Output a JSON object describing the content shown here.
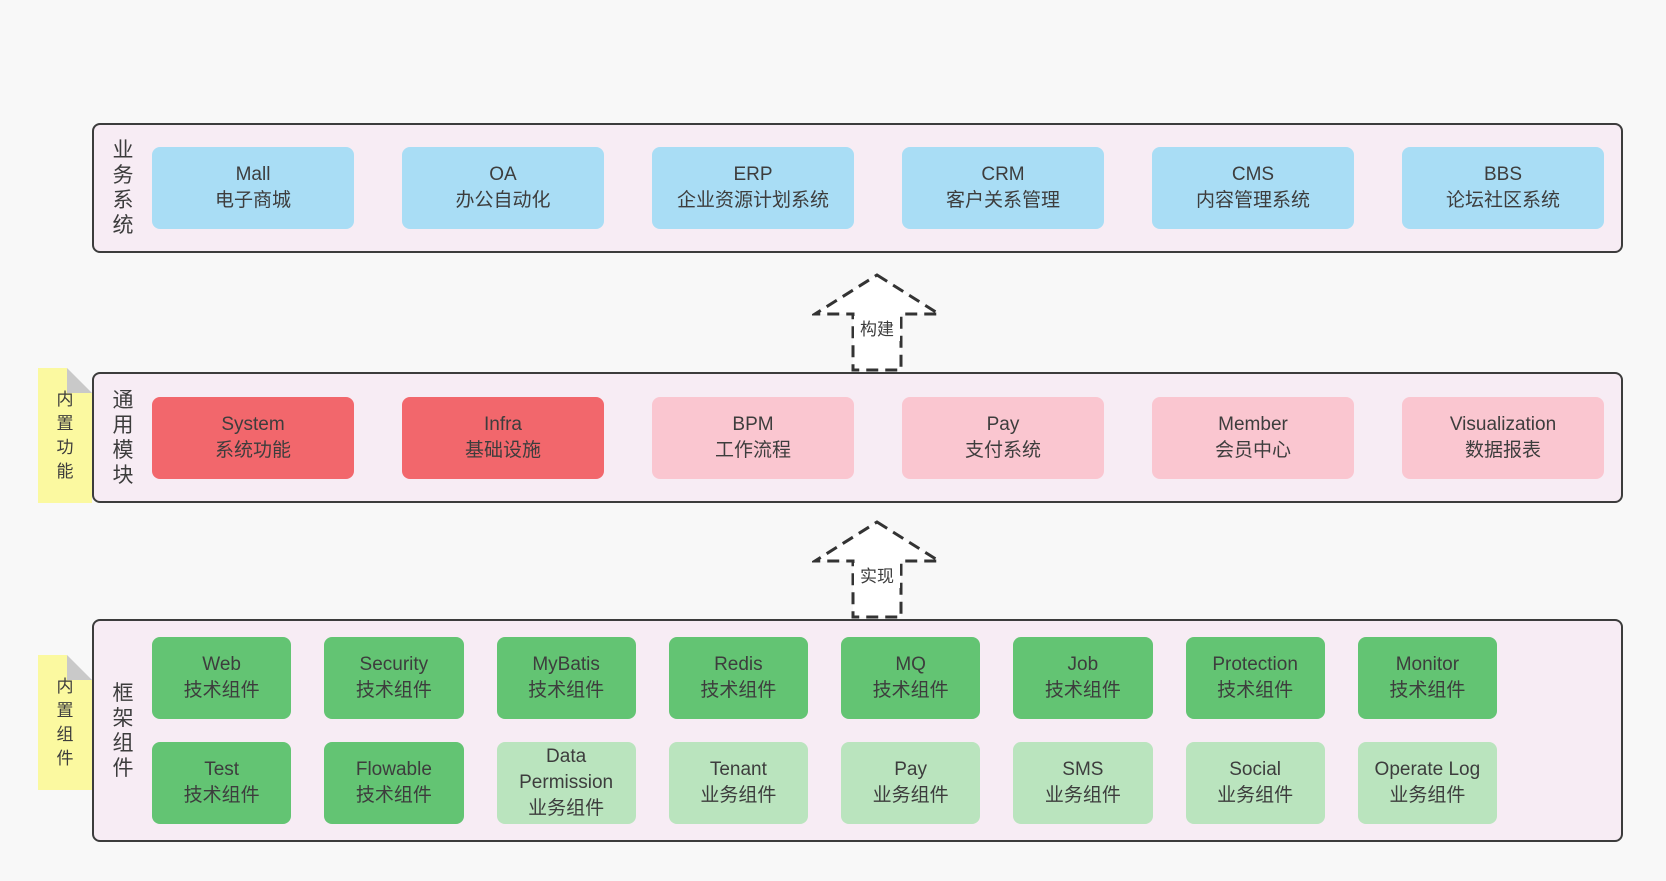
{
  "colors": {
    "page_bg": "#f8f8f8",
    "layer_bg": "#f7ecf4",
    "layer_border": "#3c3c3c",
    "text": "#3d3d3d",
    "blue": "#a9ddf5",
    "red": "#f2676c",
    "pink": "#fac6d0",
    "green": "#63c473",
    "light_green": "#bae4be",
    "note_bg": "#fbf9a0",
    "note_fold": "#c9c9c9",
    "arrow_fill": "#ffffff"
  },
  "arrows": [
    {
      "label": "构建"
    },
    {
      "label": "实现"
    }
  ],
  "layers": [
    {
      "label": "业务系统",
      "boxes": [
        {
          "title": "Mall",
          "subtitle": "电子商城",
          "variant": "blue"
        },
        {
          "title": "OA",
          "subtitle": "办公自动化",
          "variant": "blue"
        },
        {
          "title": "ERP",
          "subtitle": "企业资源计划系统",
          "variant": "blue"
        },
        {
          "title": "CRM",
          "subtitle": "客户关系管理",
          "variant": "blue"
        },
        {
          "title": "CMS",
          "subtitle": "内容管理系统",
          "variant": "blue"
        },
        {
          "title": "BBS",
          "subtitle": "论坛社区系统",
          "variant": "blue"
        }
      ]
    },
    {
      "label": "通用模块",
      "note": "内置功能",
      "boxes": [
        {
          "title": "System",
          "subtitle": "系统功能",
          "variant": "red"
        },
        {
          "title": "Infra",
          "subtitle": "基础设施",
          "variant": "red"
        },
        {
          "title": "BPM",
          "subtitle": "工作流程",
          "variant": "pink"
        },
        {
          "title": "Pay",
          "subtitle": "支付系统",
          "variant": "pink"
        },
        {
          "title": "Member",
          "subtitle": "会员中心",
          "variant": "pink"
        },
        {
          "title": "Visualization",
          "subtitle": "数据报表",
          "variant": "pink"
        }
      ]
    },
    {
      "label": "框架组件",
      "note": "内置组件",
      "rows": [
        [
          {
            "title": "Web",
            "subtitle": "技术组件",
            "variant": "green"
          },
          {
            "title": "Security",
            "subtitle": "技术组件",
            "variant": "green"
          },
          {
            "title": "MyBatis",
            "subtitle": "技术组件",
            "variant": "green"
          },
          {
            "title": "Redis",
            "subtitle": "技术组件",
            "variant": "green"
          },
          {
            "title": "MQ",
            "subtitle": "技术组件",
            "variant": "green"
          },
          {
            "title": "Job",
            "subtitle": "技术组件",
            "variant": "green"
          },
          {
            "title": "Protection",
            "subtitle": "技术组件",
            "variant": "green"
          },
          {
            "title": "Monitor",
            "subtitle": "技术组件",
            "variant": "green"
          }
        ],
        [
          {
            "title": "Test",
            "subtitle": "技术组件",
            "variant": "green"
          },
          {
            "title": "Flowable",
            "subtitle": "技术组件",
            "variant": "green"
          },
          {
            "title": "Data Permission",
            "subtitle": "业务组件",
            "variant": "lightgreen"
          },
          {
            "title": "Tenant",
            "subtitle": "业务组件",
            "variant": "lightgreen"
          },
          {
            "title": "Pay",
            "subtitle": "业务组件",
            "variant": "lightgreen"
          },
          {
            "title": "SMS",
            "subtitle": "业务组件",
            "variant": "lightgreen"
          },
          {
            "title": "Social",
            "subtitle": "业务组件",
            "variant": "lightgreen"
          },
          {
            "title": "Operate Log",
            "subtitle": "业务组件",
            "variant": "lightgreen"
          }
        ]
      ]
    }
  ]
}
